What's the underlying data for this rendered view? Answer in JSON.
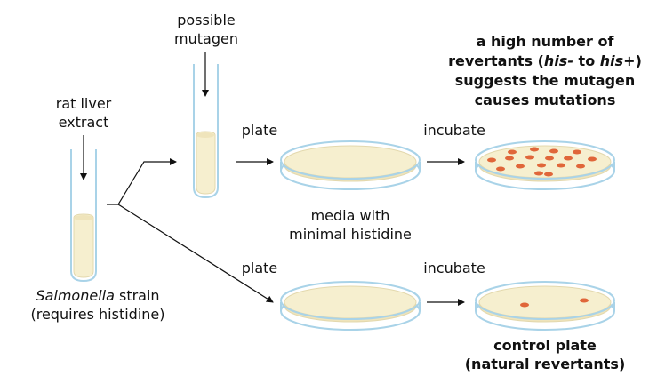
{
  "labels": {
    "rat_liver_line1": "rat liver",
    "rat_liver_line2": "extract",
    "possible_mutagen_line1": "possible",
    "possible_mutagen_line2": "mutagen",
    "strain_italic": "Salmonella",
    "strain_rest": " strain",
    "strain_line2": "(requires histidine)",
    "plate_top": "plate",
    "plate_bottom": "plate",
    "incubate_top": "incubate",
    "incubate_bottom": "incubate",
    "media_line1": "media with",
    "media_line2": "minimal histidine",
    "result_line1": "a high number of",
    "result_line2_a": "revertants (",
    "result_line2_his_minus": "his-",
    "result_line2_b": " to ",
    "result_line2_his_plus": "his+",
    "result_line2_c": ")",
    "result_line3": "suggests the mutagen",
    "result_line4": "causes mutations",
    "control_line1": "control plate",
    "control_line2": "(natural revertants)"
  },
  "colors": {
    "glass_outline": "#a9d3e8",
    "medium": "#f6efcf",
    "medium_edge": "#e3d8ad",
    "colony": "#e0663a",
    "arrow": "#111111"
  },
  "plates": [
    {
      "id": "treated-plate-empty",
      "colonies": 0
    },
    {
      "id": "treated-plate-incubated",
      "colonies": 17
    },
    {
      "id": "control-plate-empty",
      "colonies": 0
    },
    {
      "id": "control-plate-incubated",
      "colonies": 2
    }
  ]
}
